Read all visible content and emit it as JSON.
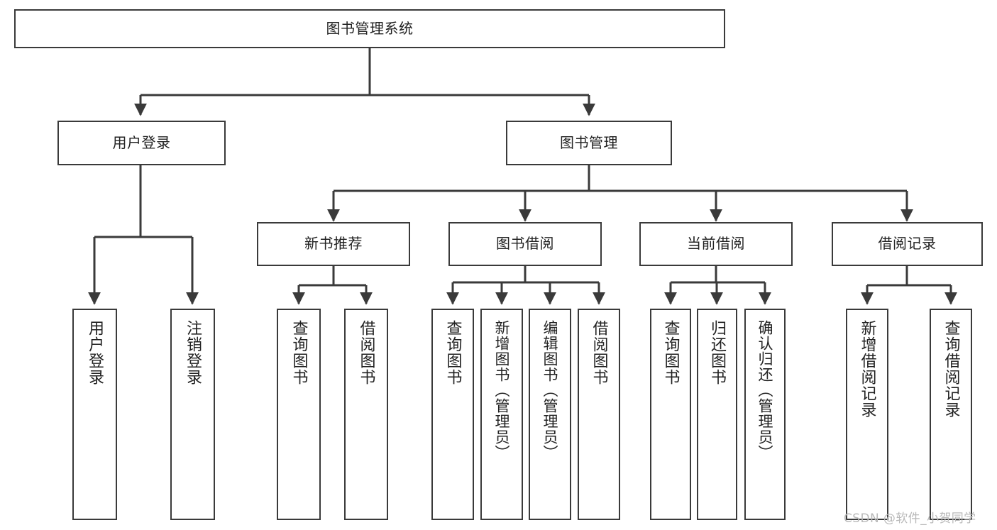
{
  "diagram": {
    "title": "图书管理系统",
    "type": "hierarchy-tree",
    "root": {
      "id": "root",
      "label": "图书管理系统"
    },
    "level2": [
      {
        "id": "login",
        "label": "用户登录"
      },
      {
        "id": "bookmgmt",
        "label": "图书管理"
      }
    ],
    "level3": [
      {
        "id": "newbook",
        "label": "新书推荐",
        "parent": "bookmgmt"
      },
      {
        "id": "borrow",
        "label": "图书借阅",
        "parent": "bookmgmt"
      },
      {
        "id": "current",
        "label": "当前借阅",
        "parent": "bookmgmt"
      },
      {
        "id": "record",
        "label": "借阅记录",
        "parent": "bookmgmt"
      }
    ],
    "leaves": [
      {
        "id": "leaf-1",
        "label": "用户登录",
        "parent": "login"
      },
      {
        "id": "leaf-2",
        "label": "注销登录",
        "parent": "login"
      },
      {
        "id": "leaf-3",
        "label": "查询图书",
        "parent": "newbook"
      },
      {
        "id": "leaf-4",
        "label": "借阅图书",
        "parent": "newbook"
      },
      {
        "id": "leaf-5",
        "label": "查询图书",
        "parent": "borrow"
      },
      {
        "id": "leaf-6",
        "label": "新增图书（管理员）",
        "parent": "borrow"
      },
      {
        "id": "leaf-7",
        "label": "编辑图书（管理员）",
        "parent": "borrow"
      },
      {
        "id": "leaf-8",
        "label": "借阅图书",
        "parent": "borrow"
      },
      {
        "id": "leaf-9",
        "label": "查询图书",
        "parent": "current"
      },
      {
        "id": "leaf-10",
        "label": "归还图书",
        "parent": "current"
      },
      {
        "id": "leaf-11",
        "label": "确认归还（管理员）",
        "parent": "current"
      },
      {
        "id": "leaf-12",
        "label": "新增借阅记录",
        "parent": "record"
      },
      {
        "id": "leaf-13",
        "label": "查询借阅记录",
        "parent": "record"
      }
    ],
    "watermark": "CSDN @软件_小贺同学",
    "colors": {
      "stroke": "#3a3a3a",
      "text": "#222222",
      "background": "#ffffff",
      "watermark": "#b9b9b9"
    }
  }
}
